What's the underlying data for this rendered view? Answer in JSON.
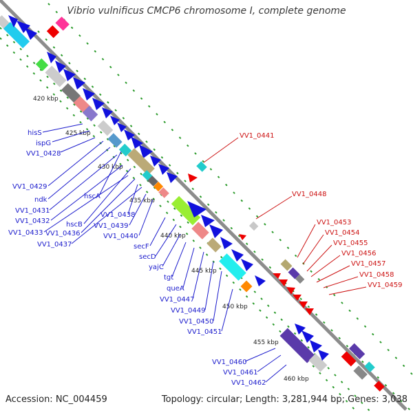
{
  "title": "Vibrio vulnificus CMCP6 chromosome I, complete genome",
  "footer": {
    "accession": "Accession: NC_004459",
    "summary": "Topology: circular; Length: 3,281,944 bp; Genes: 3,038"
  },
  "colors": {
    "backbone": "#8c8c8c",
    "forward_label": "#1a1acc",
    "reverse_label": "#cc1111",
    "tick_line": "#22a022"
  },
  "kbp_ticks": [
    "420 kbp",
    "425 kbp",
    "430 kbp",
    "435 kbp",
    "440 kbp",
    "445 kbp",
    "450 kbp",
    "455 kbp",
    "460 kbp"
  ],
  "forward_gene_labels": [
    "hisS",
    "ispG",
    "VV1_0428",
    "VV1_0429",
    "ndk",
    "hscA",
    "VV1_0431",
    "VV1_0432",
    "hscB",
    "VV1_0438",
    "VV1_0433",
    "VV1_0436",
    "VV1_0439",
    "VV1_0437",
    "VV1_0440",
    "secF",
    "secD",
    "yajC",
    "tgt",
    "queA",
    "VV1_0447",
    "VV1_0449",
    "VV1_0450",
    "VV1_0451",
    "VV1_0460",
    "VV1_0461",
    "VV1_0462"
  ],
  "reverse_gene_labels": [
    "VV1_0441",
    "VV1_0448",
    "VV1_0453",
    "VV1_0454",
    "VV1_0455",
    "VV1_0456",
    "VV1_0457",
    "VV1_0458",
    "VV1_0459"
  ]
}
